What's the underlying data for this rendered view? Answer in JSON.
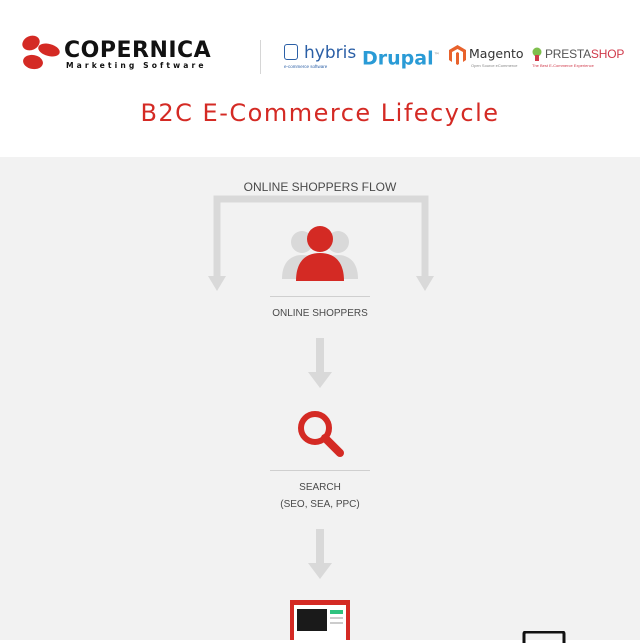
{
  "header": {
    "brand": {
      "name": "COPERNICA",
      "tagline": "Marketing Software"
    },
    "partners": {
      "hybris": {
        "name": "hybris",
        "sub": "e-commerce software"
      },
      "drupal": {
        "name": "Drupal",
        "mark": "™"
      },
      "magento": {
        "name": "Magento",
        "sub": "Open Source eCommerce"
      },
      "prestashop": {
        "name_part1": "PRESTA",
        "name_part2": "SHOP",
        "sub": "The Best E-Commerce Experience"
      }
    },
    "title": "B2C E-Commerce Lifecycle"
  },
  "flow": {
    "title": "ONLINE SHOPPERS FLOW",
    "nodes": [
      {
        "label": "ONLINE SHOPPERS",
        "icon": "users-icon"
      },
      {
        "label": "SEARCH",
        "sublabel": "(SEO, SEA, PPC)",
        "icon": "search-icon"
      },
      {
        "icon": "monitor-icon"
      }
    ]
  },
  "colors": {
    "accent": "#d42a24",
    "background_flow": "#f2f2f2",
    "arrow": "#d9d9d9",
    "text": "#4a4a4a"
  }
}
